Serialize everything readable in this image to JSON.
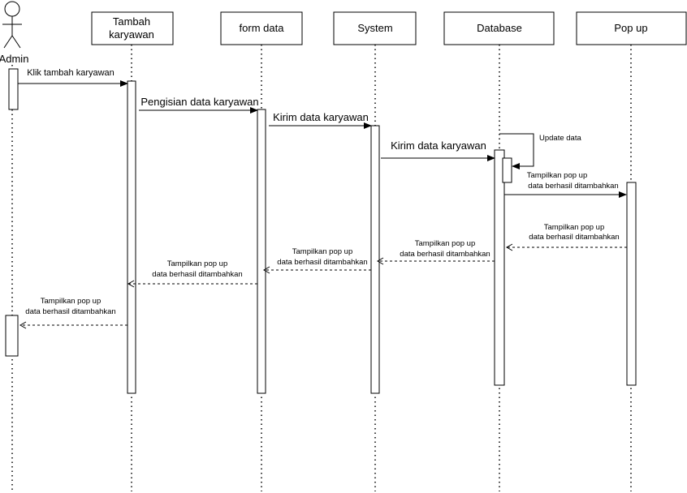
{
  "actor": {
    "label": "Admin"
  },
  "lifelines": [
    {
      "id": "tambah",
      "label_lines": [
        "Tambah",
        "karyawan"
      ]
    },
    {
      "id": "form",
      "label_lines": [
        "form data"
      ]
    },
    {
      "id": "system",
      "label_lines": [
        "System"
      ]
    },
    {
      "id": "database",
      "label_lines": [
        "Database"
      ]
    },
    {
      "id": "popup",
      "label_lines": [
        "Pop up"
      ]
    }
  ],
  "messages": [
    {
      "id": "m1",
      "lines": [
        "Klik tambah karyawan"
      ],
      "type": "sync"
    },
    {
      "id": "m2",
      "lines": [
        "Pengisian data karyawan"
      ],
      "type": "sync"
    },
    {
      "id": "m3",
      "lines": [
        "Kirim data karyawan"
      ],
      "type": "sync"
    },
    {
      "id": "m4",
      "lines": [
        "Kirim data karyawan"
      ],
      "type": "sync"
    },
    {
      "id": "m5",
      "lines": [
        "Update data"
      ],
      "type": "self"
    },
    {
      "id": "m6",
      "lines": [
        "Tampilkan pop up",
        "data berhasil ditambahkan"
      ],
      "type": "sync"
    },
    {
      "id": "m7",
      "lines": [
        "Tampilkan pop up",
        "data berhasil ditambahkan"
      ],
      "type": "return"
    },
    {
      "id": "m8",
      "lines": [
        "Tampilkan pop up",
        "data berhasil ditambahkan"
      ],
      "type": "return"
    },
    {
      "id": "m9",
      "lines": [
        "Tampilkan pop up",
        "data berhasil ditambahkan"
      ],
      "type": "return"
    },
    {
      "id": "m10",
      "lines": [
        "Tampilkan pop up",
        "data berhasil ditambahkan"
      ],
      "type": "return"
    },
    {
      "id": "m11",
      "lines": [
        "Tampilkan pop up",
        "data berhasil ditambahkan"
      ],
      "type": "return"
    }
  ]
}
